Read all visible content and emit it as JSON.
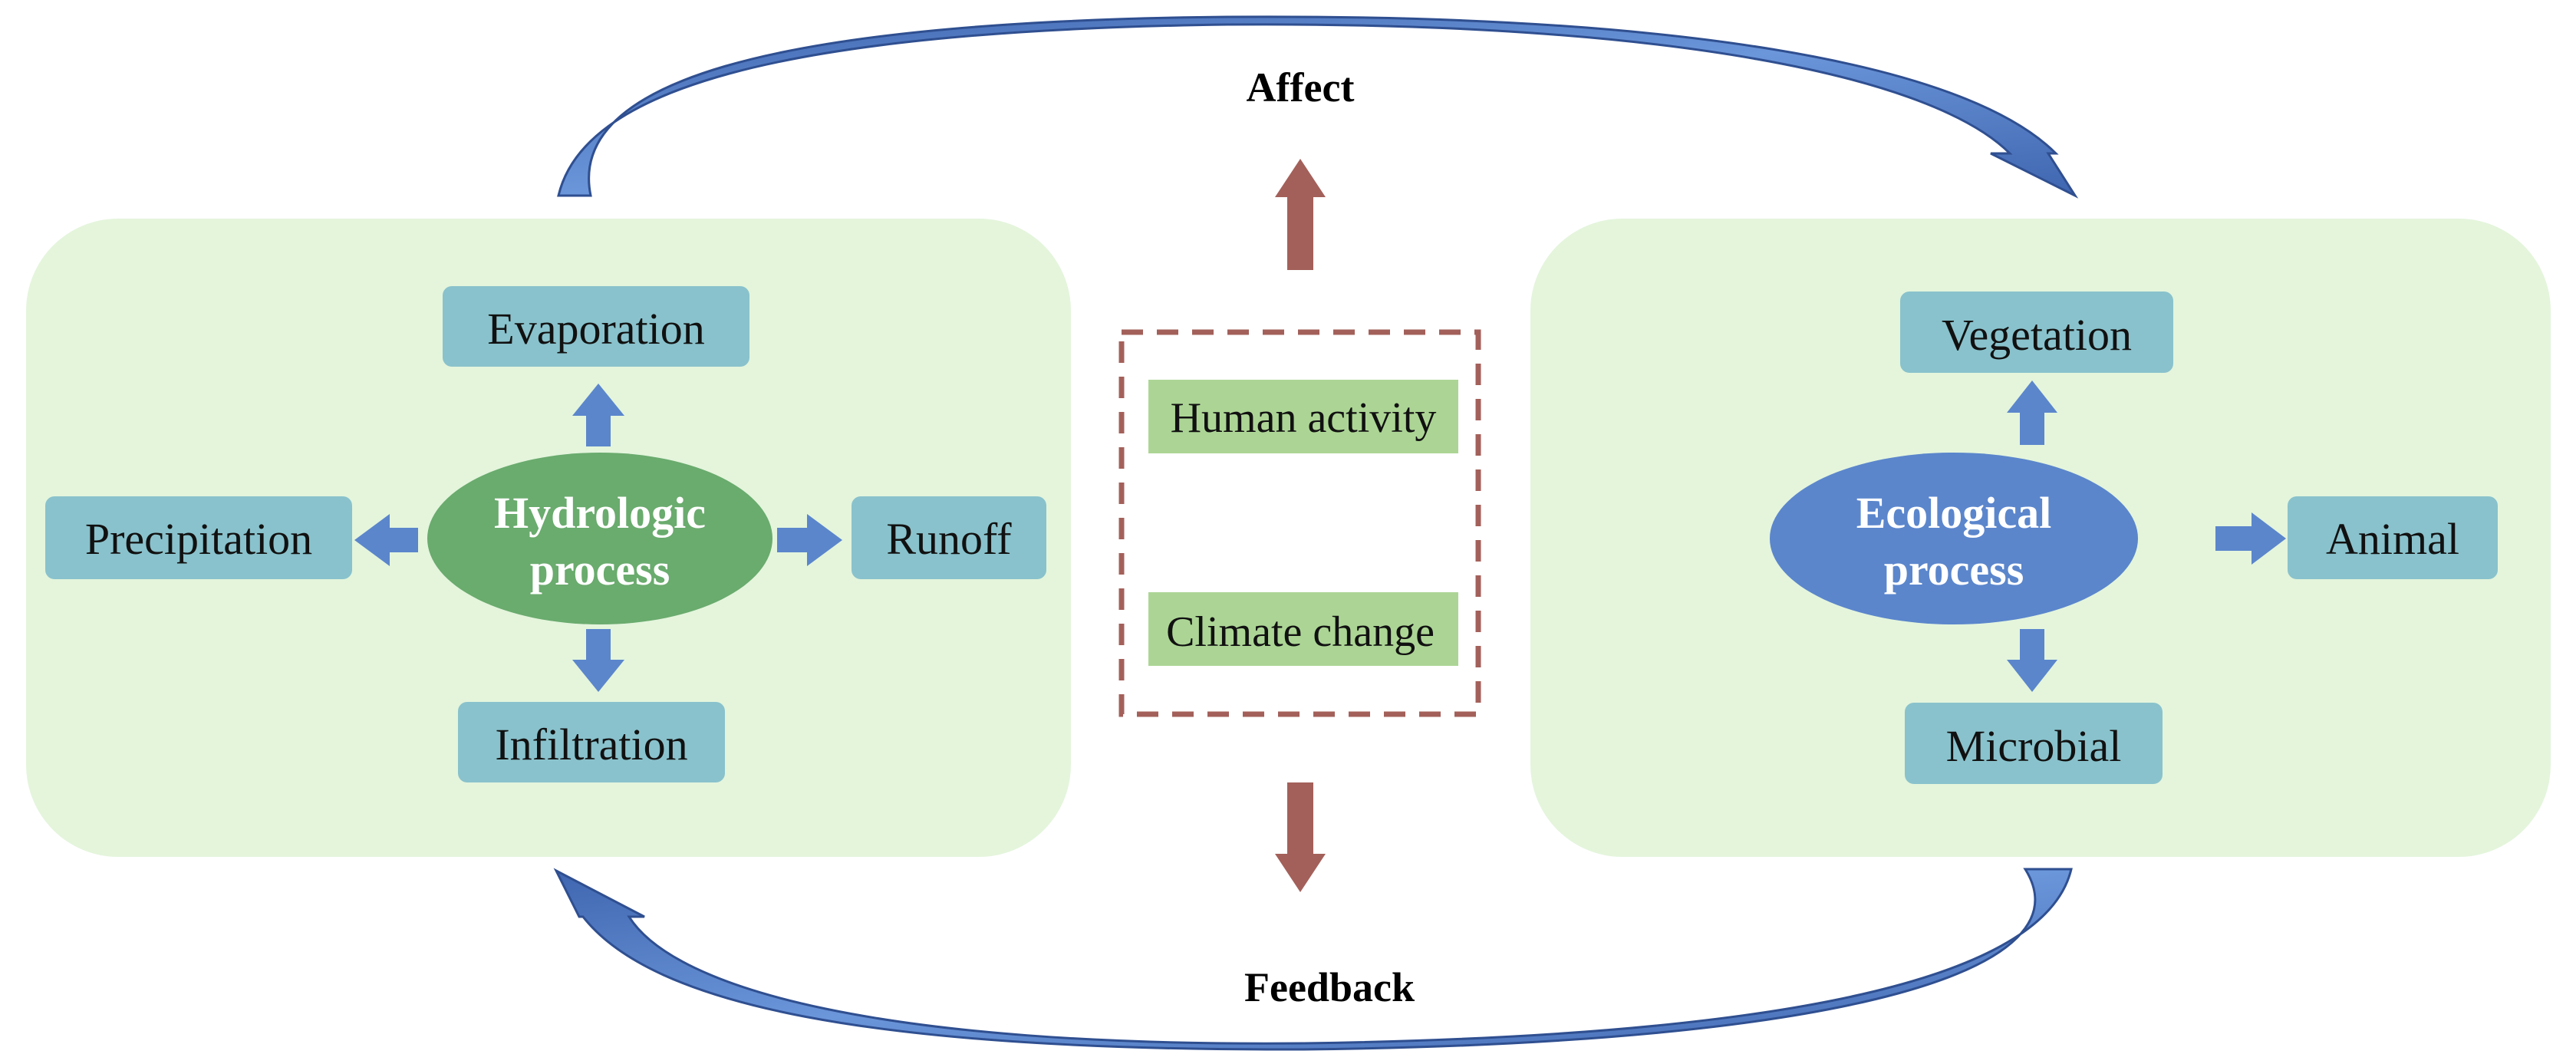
{
  "flows": {
    "affect_label": "Affect",
    "feedback_label": "Feedback"
  },
  "hydrologic": {
    "center_line1": "Hydrologic",
    "center_line2": "process",
    "evaporation": "Evaporation",
    "precipitation": "Precipitation",
    "runoff": "Runoff",
    "infiltration": "Infiltration"
  },
  "drivers": {
    "human_activity": "Human activity",
    "climate_change": "Climate change"
  },
  "ecological": {
    "center_line1": "Ecological",
    "center_line2": "process",
    "vegetation": "Vegetation",
    "animal": "Animal",
    "microbial": "Microbial"
  },
  "colors": {
    "panel_fill": "#e4f5dc",
    "node_fill": "#89c2cc",
    "hydro_ellipse": "#6aab6e",
    "eco_ellipse": "#5b86cc",
    "blue_arrow": "#5b86cc",
    "brown_arrow": "#a3605a",
    "factor_fill": "#acd595",
    "dashed_border": "#a3605a"
  }
}
